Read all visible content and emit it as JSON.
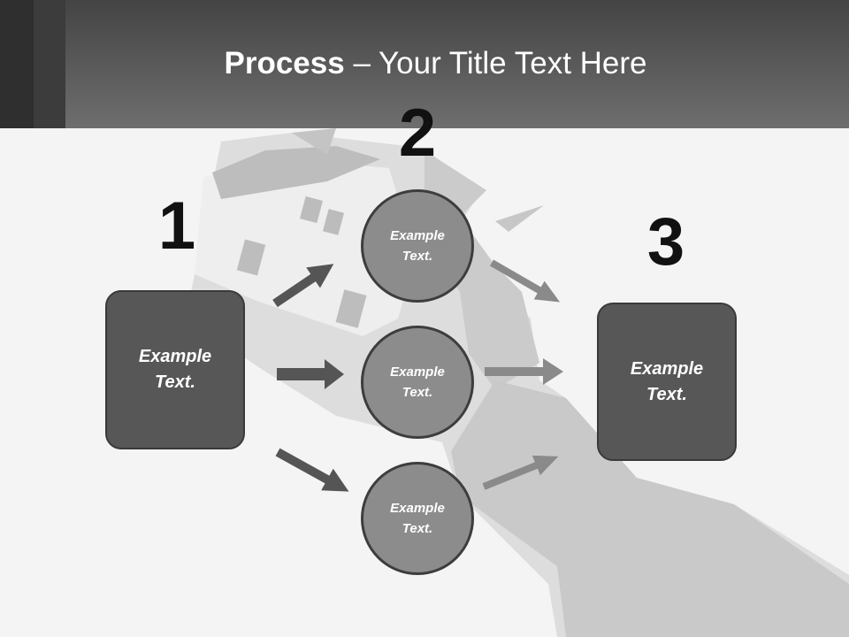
{
  "title": {
    "bold": "Process",
    "rest": " – Your Title Text Here"
  },
  "steps": [
    {
      "number": "1",
      "label": "Example\nText."
    },
    {
      "number": "2",
      "items": [
        {
          "label": "Example\nText."
        },
        {
          "label": "Example\nText."
        },
        {
          "label": "Example\nText."
        }
      ]
    },
    {
      "number": "3",
      "label": "Example\nText."
    }
  ],
  "colors": {
    "box_fill": "#575757",
    "circle_fill": "#8c8c8c",
    "arrow_dark": "#555555",
    "arrow_light": "#8a8a8a"
  }
}
